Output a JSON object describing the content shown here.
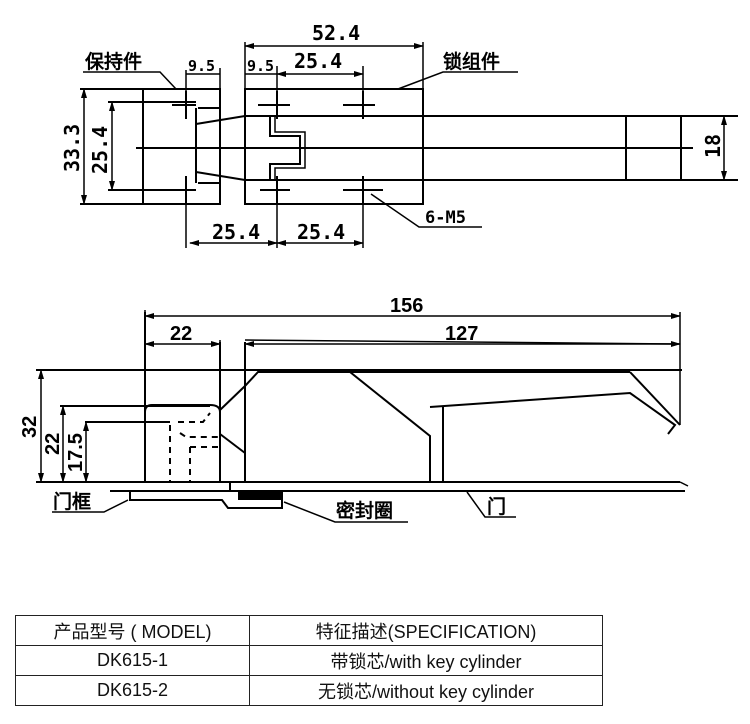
{
  "top_view": {
    "dims": {
      "overall_lock_width": "52.4",
      "retainer_width": "9.5",
      "lock_offset": "9.5",
      "lock_hole_spacing": "25.4",
      "height_outer": "33.3",
      "height_hole": "25.4",
      "bottom_spacing_left": "25.4",
      "bottom_spacing_right": "25.4",
      "handle_width": "18"
    },
    "labels": {
      "retainer": "保持件",
      "lock_assembly": "锁组件",
      "screws": "6-M5"
    }
  },
  "side_view": {
    "dims": {
      "overall_length": "156",
      "retainer_depth": "22",
      "handle_length": "127",
      "height_total": "32",
      "height_mid": "22",
      "height_low": "17.5"
    },
    "labels": {
      "door_frame": "门框",
      "seal": "密封圈",
      "door": "门"
    }
  },
  "spec_table": {
    "headers": [
      "产品型号 ( MODEL)",
      "特征描述(SPECIFICATION)"
    ],
    "rows": [
      [
        "DK615-1",
        "带锁芯/with key cylinder"
      ],
      [
        "DK615-2",
        "无锁芯/without  key cylinder"
      ]
    ]
  }
}
